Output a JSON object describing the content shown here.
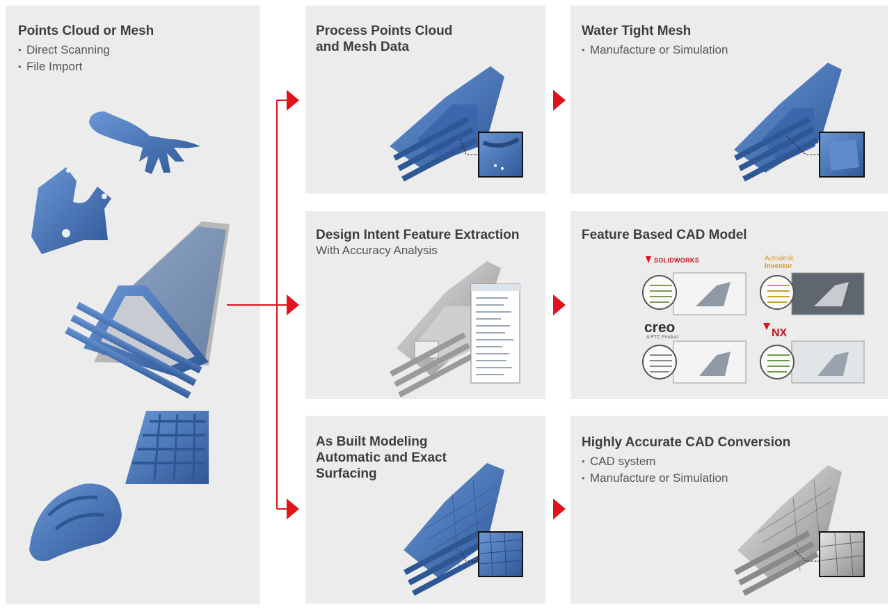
{
  "colors": {
    "panel": "#ececec",
    "accent": "#e1121b",
    "mesh": "#4f7fc4",
    "meshDark": "#2f5a9a"
  },
  "left": {
    "title": "Points Cloud or Mesh",
    "bullets": [
      "Direct Scanning",
      "File Import"
    ]
  },
  "cards": [
    {
      "title": "Process Points Cloud\nand Mesh Data",
      "subtitle": "",
      "bullets": []
    },
    {
      "title": "Water Tight Mesh",
      "subtitle": "",
      "bullets": [
        "Manufacture or Simulation"
      ]
    },
    {
      "title": "Design Intent Feature Extraction",
      "subtitle": "With Accuracy Analysis",
      "bullets": []
    },
    {
      "title": "Feature Based CAD Model",
      "subtitle": "",
      "bullets": []
    },
    {
      "title": "As Built Modeling\nAutomatic and Exact\nSurfacing",
      "subtitle": "",
      "bullets": []
    },
    {
      "title": "Highly Accurate CAD Conversion",
      "subtitle": "",
      "bullets": [
        "CAD system",
        "Manufacture or Simulation"
      ]
    }
  ],
  "logos": {
    "solidworks": "SOLIDWORKS",
    "autodesk": "Autodesk",
    "inventor": "Inventor",
    "creo": "creo",
    "creo_sub": "A PTC Product",
    "nx": "NX"
  }
}
